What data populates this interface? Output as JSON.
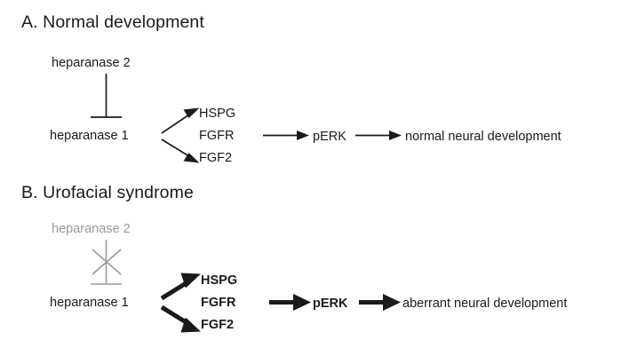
{
  "figure": {
    "background_color": "#ffffff",
    "ink_color": "#1a1a1a",
    "muted_color": "#9a9a9a"
  },
  "panels": [
    {
      "id": "panel-a",
      "label": "A. Normal development",
      "emphasis": "normal",
      "nodes": {
        "inhibitor": "heparanase 2",
        "source": "heparanase 1",
        "targets": [
          "HSPG",
          "FGFR",
          "FGF2"
        ],
        "intermediate": "pERK",
        "outcome": "normal neural development"
      },
      "edges": {
        "inhibition": {
          "type": "inhibition-bar",
          "blocked": false,
          "style": "thin"
        },
        "activation": {
          "type": "arrow",
          "style": "thin"
        }
      }
    },
    {
      "id": "panel-b",
      "label": "B. Urofacial syndrome",
      "emphasis": "aberrant",
      "nodes": {
        "inhibitor": "heparanase 2",
        "source": "heparanase 1",
        "targets": [
          "HSPG",
          "FGFR",
          "FGF2"
        ],
        "intermediate": "pERK",
        "outcome": "aberrant neural development"
      },
      "edges": {
        "inhibition": {
          "type": "inhibition-bar",
          "blocked": true,
          "style": "muted-crossed"
        },
        "activation": {
          "type": "arrow",
          "style": "bold"
        }
      }
    }
  ]
}
